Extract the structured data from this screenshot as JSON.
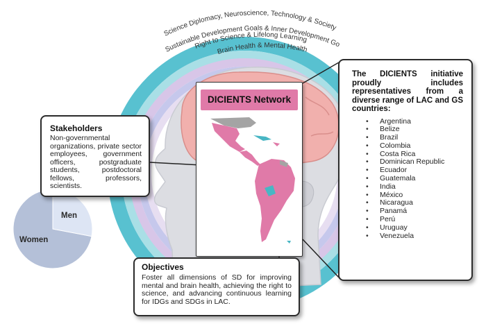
{
  "arcs": [
    "Science Diplomacy, Neuroscience, Technology & Society",
    "Sustainable Development Goals & Inner Development Goals",
    "Right to Science & Lifelong Learning",
    "Brain Health  & Mental Health"
  ],
  "colors": {
    "ring_teal": "#58c1d0",
    "ring_lightteal": "#a9dfe6",
    "ring_purple": "#d8c6e8",
    "ring_lilac": "#c6c8ec",
    "ring_lavender": "#e7def1",
    "head": "#dcdde2",
    "brain": "#f1b0ad",
    "network_pink": "#e07aa8",
    "map_gray": "#a4a4a4",
    "map_teal": "#48b6c4",
    "pie_women": "#b4c0d8",
    "pie_men": "#dde5f4"
  },
  "network": {
    "title": "DICIENTS Network"
  },
  "stakeholders": {
    "title": "Stakeholders",
    "text": "Non-governmental organizations, private sector employees, government officers, postgraduate students, postdoctoral fellows, professors, scientists."
  },
  "objectives": {
    "title": "Objectives",
    "text": "Foster all dimensions of SD for improving mental and brain health, achieving the right to science, and advancing continuous learning for IDGs and SDGs in LAC."
  },
  "countries_box": {
    "intro": "The DICIENTS initiative proudly includes representatives from a diverse range of LAC and GS countries:",
    "countries": [
      "Argentina",
      "Belize",
      "Brazil",
      "Colombia",
      "Costa Rica",
      "Dominican Republic",
      "Ecuador",
      "Guatemala",
      "India",
      "México",
      "Nicaragua",
      "Panamá",
      "Perú",
      "Uruguay",
      "Venezuela"
    ]
  },
  "pie": {
    "slices": [
      {
        "label": "Women",
        "fraction": 0.72
      },
      {
        "label": "Men",
        "fraction": 0.28
      }
    ]
  }
}
